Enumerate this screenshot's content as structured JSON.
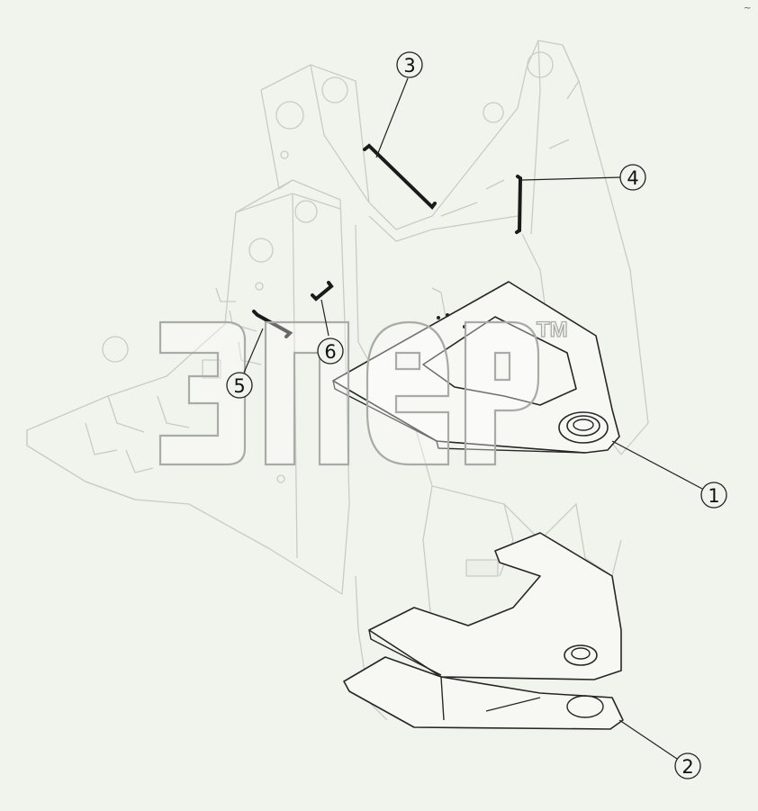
{
  "callouts": [
    {
      "id": "1",
      "label": "1"
    },
    {
      "id": "2",
      "label": "2"
    },
    {
      "id": "3",
      "label": "3"
    },
    {
      "id": "4",
      "label": "4"
    },
    {
      "id": "5",
      "label": "5"
    },
    {
      "id": "6",
      "label": "6"
    }
  ],
  "watermark": {
    "text": "ЭПЕР",
    "trademark": "TM"
  },
  "corner_mark": "~",
  "colors": {
    "background": "#f1f3ed",
    "ghost_lines": "#c9cbc5",
    "part_lines": "#262626"
  }
}
